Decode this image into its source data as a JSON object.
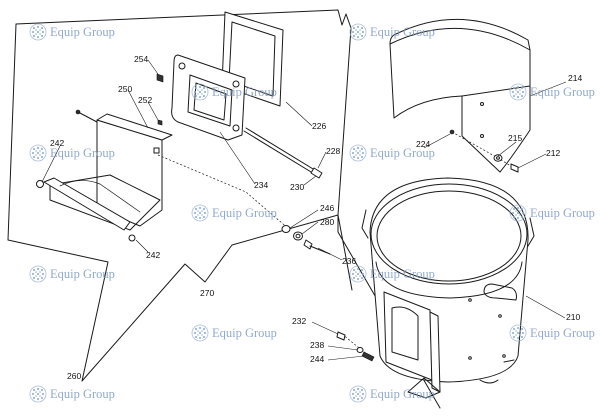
{
  "watermark": {
    "text": "Equip Group",
    "color": "#7f9cc3"
  },
  "parts": {
    "p254": "254",
    "p250": "250",
    "p252": "252",
    "p242a": "242",
    "p242b": "242",
    "p226": "226",
    "p228": "228",
    "p230": "230",
    "p234": "234",
    "p246": "246",
    "p280": "280",
    "p236": "236",
    "p270": "270",
    "p260": "260",
    "p214": "214",
    "p224": "224",
    "p215": "215",
    "p212": "212",
    "p210": "210",
    "p232": "232",
    "p238": "238",
    "p244": "244"
  }
}
